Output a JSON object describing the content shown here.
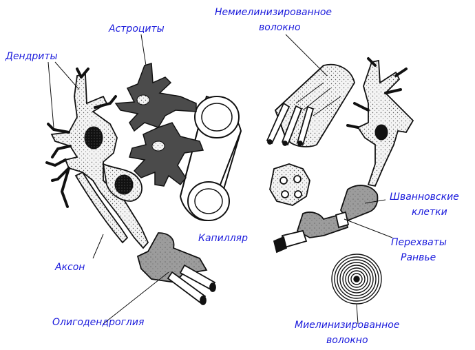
{
  "colors": {
    "label": "#1a1adc",
    "outline": "#111111",
    "astro_fill": "#4a4a4a",
    "glia_fill": "#9a9a9a",
    "cell_fill": "#f2f2f2",
    "vessel_fill": "#ffffff"
  },
  "labels": {
    "dendrites": "Дендриты",
    "astrocytes": "Астроциты",
    "unmyelinated_line1": "Немиелинизированное",
    "unmyelinated_line2": "волокно",
    "capillary": "Капилляр",
    "axon": "Аксон",
    "oligodendroglia": "Олигодендроглия",
    "schwann_line1": "Шванновские",
    "schwann_line2": "клетки",
    "ranvier_line1": "Перехваты",
    "ranvier_line2": "Ранвье",
    "myelinated_line1": "Миелинизированное",
    "myelinated_line2": "волокно"
  }
}
